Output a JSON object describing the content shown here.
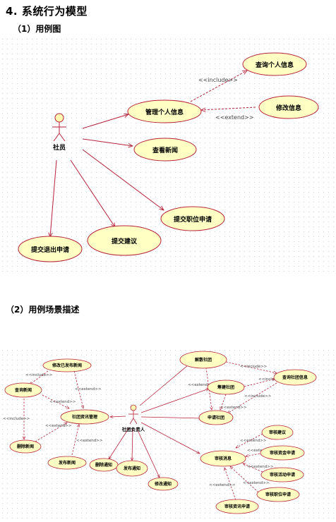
{
  "section_title": "4.  系统行为模型",
  "sub1_title": "（1）用例图",
  "sub2_title": "（2）用例场景描述",
  "colors": {
    "ellipse_fill": "#ffffc4",
    "ellipse_stroke": "#b5223a",
    "line": "#b5223a",
    "actor_fill": "#fff8b0"
  },
  "diagram1": {
    "actor": "社员",
    "usecases": {
      "manage": "管理个人信息",
      "query_info": "查询个人信息",
      "modify": "修改信息",
      "news": "查看新闻",
      "position": "提交职位申请",
      "suggest": "提交建议",
      "quit": "提交退出申请"
    },
    "include_label": "<<include>>",
    "extend_label": "<<extend>>"
  },
  "diagram2": {
    "actor": "社团负责人",
    "usecases": {
      "modify_news": "修改已发布新闻",
      "query_news": "查询新闻",
      "news_mgmt": "社团资讯管理",
      "delete_news": "删除新闻",
      "publish_news": "发布新闻",
      "delete_notice": "删除通知",
      "publish_notice": "发布通知",
      "modify_notice": "修改通知",
      "dissolve": "解散社团",
      "create": "筹建社团",
      "apply": "申请社团",
      "query_club": "查询社团信息",
      "review": "审核消息",
      "review_suggest": "审核建议",
      "review_fund": "审核资金申请",
      "review_activity": "审核活动申请",
      "review_position": "审核职位申请",
      "review_funding": "审核资讯申请"
    },
    "include_label": "<<include>>",
    "extend_label": "<<extend>>"
  }
}
